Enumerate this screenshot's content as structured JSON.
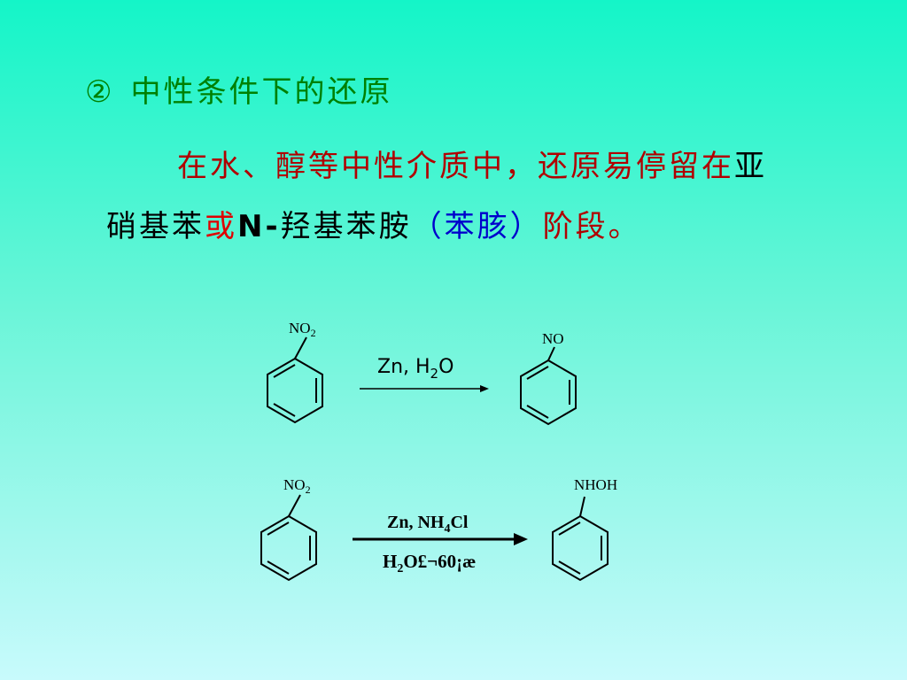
{
  "title": {
    "number": "②",
    "text": "中性条件下的还原"
  },
  "paragraph": {
    "line1_a": "在水、醇等中性介质中，还原易停留在",
    "line1_b": "亚",
    "line2_a": "硝基苯",
    "line2_or": "或",
    "line2_n": "N-",
    "line2_b": "羟基苯胺",
    "line2_paren": "（苯胲）",
    "line2_c": "阶段。"
  },
  "reaction1": {
    "reactant_label": "NO",
    "reactant_sub": "2",
    "reagent": "Zn, H",
    "reagent_sub": "2",
    "reagent_end": "O",
    "product_label": "NO"
  },
  "reaction2": {
    "reactant_label": "NO",
    "reactant_sub": "2",
    "reagent_top": "Zn, NH",
    "reagent_top_sub": "4",
    "reagent_top_end": "Cl",
    "reagent_bottom": "H",
    "reagent_bottom_sub": "2",
    "reagent_bottom_end": "O£¬60¡æ",
    "product_label": "NHOH"
  }
}
